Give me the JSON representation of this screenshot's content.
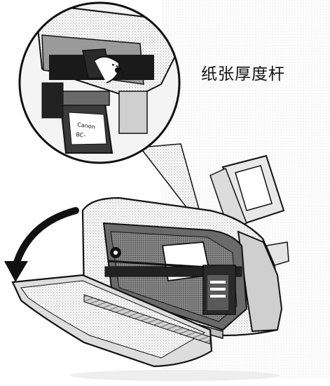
{
  "callout": {
    "label": "纸张厚度杆"
  },
  "cartridge": {
    "brand_text": "Canon",
    "model_text": "BC-"
  },
  "colors": {
    "line": "#111111",
    "light_gray": "#d6d6d6",
    "mid_gray": "#9a9a9a",
    "dark": "#1a1a1a",
    "paper": "#f4f4f4"
  }
}
